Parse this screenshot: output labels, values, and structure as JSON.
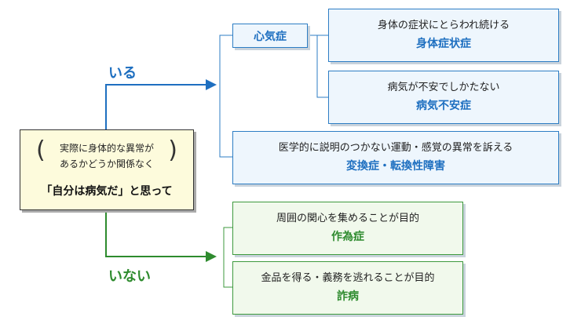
{
  "main_box": {
    "paren_open": "(",
    "paren_close": ")",
    "sub_line1": "実際に身体的な異常が",
    "sub_line2": "あるかどうか関係なく",
    "title": "「自分は病気だ」と思って"
  },
  "branch_yes": {
    "label": "いる",
    "color": "#1e6fc0"
  },
  "branch_no": {
    "label": "いない",
    "color": "#2e8b2e"
  },
  "shinkisho": {
    "label": "心気症"
  },
  "boxes": {
    "body_symptom": {
      "line1": "身体の症状にとらわれ続ける",
      "line2": "身体症状症"
    },
    "anxiety": {
      "line1": "病気が不安でしかたない",
      "line2": "病気不安症"
    },
    "conversion": {
      "line1": "医学的に説明のつかない運動・感覚の異常を訴える",
      "line2": "変換症・転換性障害"
    },
    "factitious": {
      "line1": "周囲の関心を集めることが目的",
      "line2": "作為症"
    },
    "malingering": {
      "line1": "金品を得る・義務を逃れることが目的",
      "line2": "詐病"
    }
  }
}
